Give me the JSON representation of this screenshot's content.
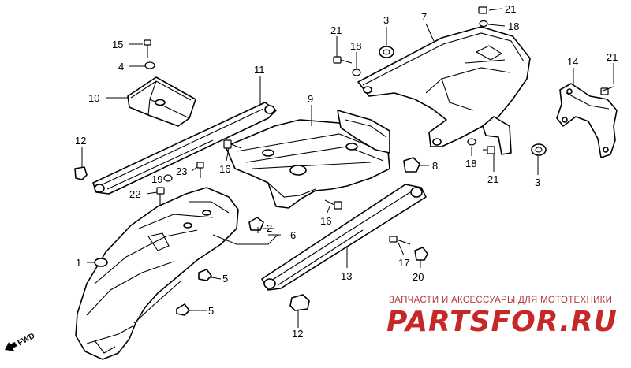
{
  "callouts": [
    {
      "id": "c1",
      "text": "1"
    },
    {
      "id": "c2",
      "text": "2"
    },
    {
      "id": "c3a",
      "text": "3"
    },
    {
      "id": "c3b",
      "text": "3"
    },
    {
      "id": "c4",
      "text": "4"
    },
    {
      "id": "c5a",
      "text": "5"
    },
    {
      "id": "c5b",
      "text": "5"
    },
    {
      "id": "c6",
      "text": "6"
    },
    {
      "id": "c7",
      "text": "7"
    },
    {
      "id": "c8",
      "text": "8"
    },
    {
      "id": "c9",
      "text": "9"
    },
    {
      "id": "c10",
      "text": "10"
    },
    {
      "id": "c11",
      "text": "11"
    },
    {
      "id": "c12a",
      "text": "12"
    },
    {
      "id": "c12b",
      "text": "12"
    },
    {
      "id": "c13",
      "text": "13"
    },
    {
      "id": "c14",
      "text": "14"
    },
    {
      "id": "c15",
      "text": "15"
    },
    {
      "id": "c16a",
      "text": "16"
    },
    {
      "id": "c16b",
      "text": "16"
    },
    {
      "id": "c17",
      "text": "17"
    },
    {
      "id": "c18a",
      "text": "18"
    },
    {
      "id": "c18b",
      "text": "18"
    },
    {
      "id": "c18c",
      "text": "18"
    },
    {
      "id": "c19",
      "text": "19"
    },
    {
      "id": "c20",
      "text": "20"
    },
    {
      "id": "c21a",
      "text": "21"
    },
    {
      "id": "c21b",
      "text": "21"
    },
    {
      "id": "c21c",
      "text": "21"
    },
    {
      "id": "c21d",
      "text": "21"
    },
    {
      "id": "c22",
      "text": "22"
    },
    {
      "id": "c23",
      "text": "23"
    }
  ],
  "direction_label": "FWD",
  "watermark": {
    "subtitle": "ЗАПЧАСТИ И АКСЕССУАРЫ ДЛЯ МОТОТЕХНИКИ",
    "logo": "PARTSFOR.RU"
  },
  "colors": {
    "line": "#000000",
    "background": "#ffffff",
    "watermark_red": "#c62828"
  }
}
